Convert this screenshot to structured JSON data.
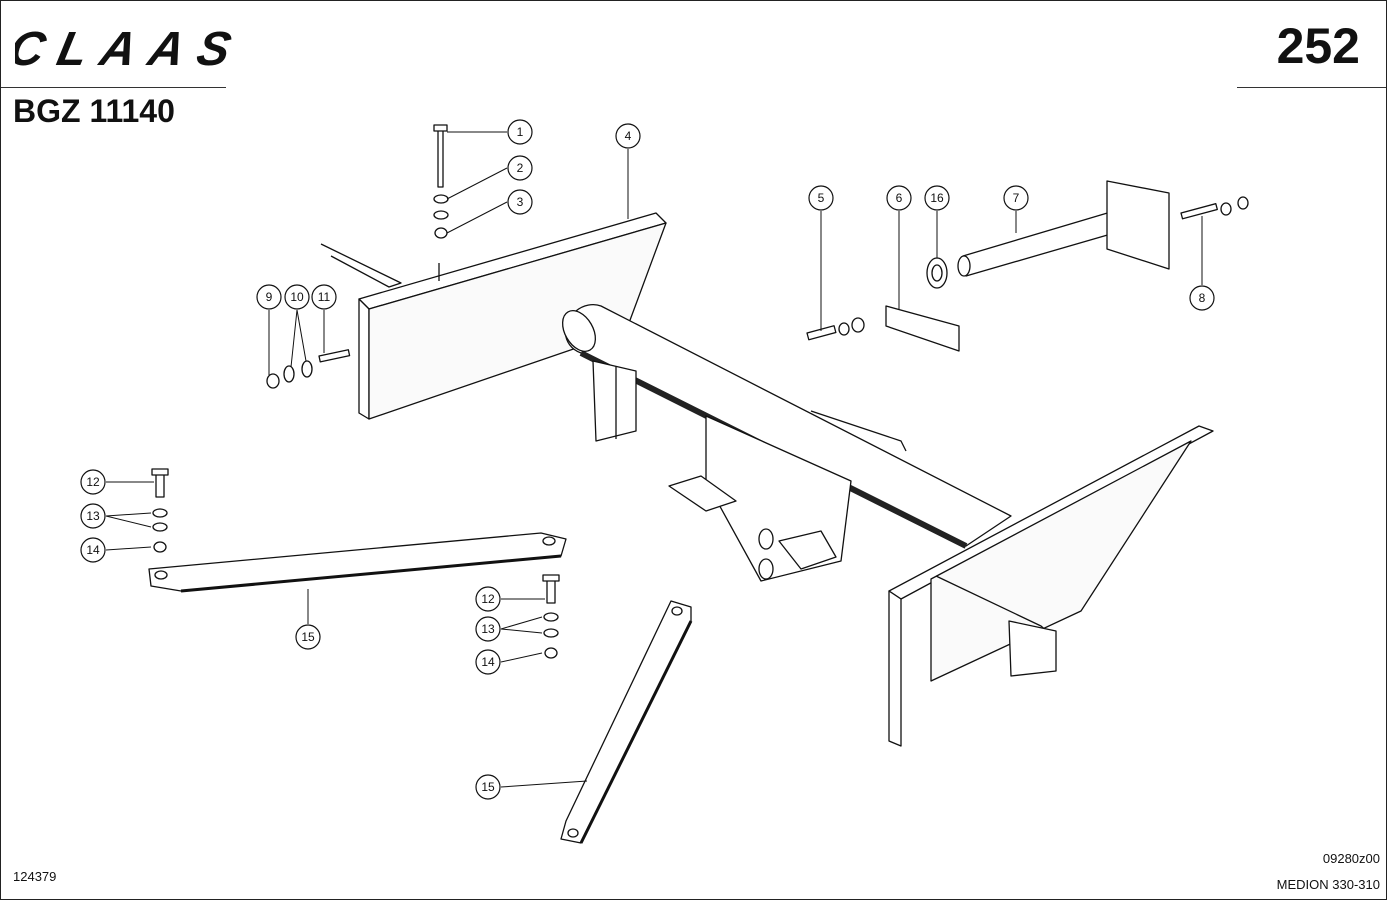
{
  "header": {
    "logo_text": "CLAAS",
    "page_number": "252",
    "doc_code": "BGZ 11140"
  },
  "footer": {
    "drawing_id": "124379",
    "sheet_code": "09280z00",
    "model": "MEDION 330-310"
  },
  "callouts": [
    {
      "id": "c1",
      "label": "1"
    },
    {
      "id": "c2",
      "label": "2"
    },
    {
      "id": "c3",
      "label": "3"
    },
    {
      "id": "c4",
      "label": "4"
    },
    {
      "id": "c5",
      "label": "5"
    },
    {
      "id": "c6",
      "label": "6"
    },
    {
      "id": "c16",
      "label": "16"
    },
    {
      "id": "c7",
      "label": "7"
    },
    {
      "id": "c8",
      "label": "8"
    },
    {
      "id": "c9",
      "label": "9"
    },
    {
      "id": "c10",
      "label": "10"
    },
    {
      "id": "c11",
      "label": "11"
    },
    {
      "id": "c12a",
      "label": "12"
    },
    {
      "id": "c13a",
      "label": "13"
    },
    {
      "id": "c14a",
      "label": "14"
    },
    {
      "id": "c15a",
      "label": "15"
    },
    {
      "id": "c12b",
      "label": "12"
    },
    {
      "id": "c13b",
      "label": "13"
    },
    {
      "id": "c14b",
      "label": "14"
    },
    {
      "id": "c15b",
      "label": "15"
    }
  ]
}
